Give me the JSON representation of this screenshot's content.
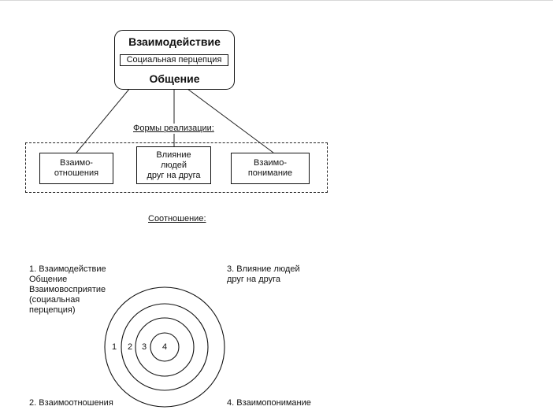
{
  "center": {
    "top_label": "Взаимодействие",
    "inner_label": "Социальная перцепция",
    "bottom_label": "Общение"
  },
  "forms": {
    "caption": "Формы реализации:",
    "boxes": [
      {
        "label": "Взаимо-\nотношения"
      },
      {
        "label": "Влияние\nлюдей\nдруг на друга"
      },
      {
        "label": "Взаимо-\nпонимание"
      }
    ]
  },
  "relation": {
    "caption": "Соотношение:",
    "legend": {
      "item1": "1. Взаимодействие\nОбщение\nВзаимовосприятие\n(социальная\nперцепция)",
      "item2": "2. Взаимоотношения",
      "item3": "3. Влияние людей\nдруг на друга",
      "item4": "4. Взаимопонимание"
    },
    "rings": [
      "1",
      "2",
      "3",
      "4"
    ]
  }
}
